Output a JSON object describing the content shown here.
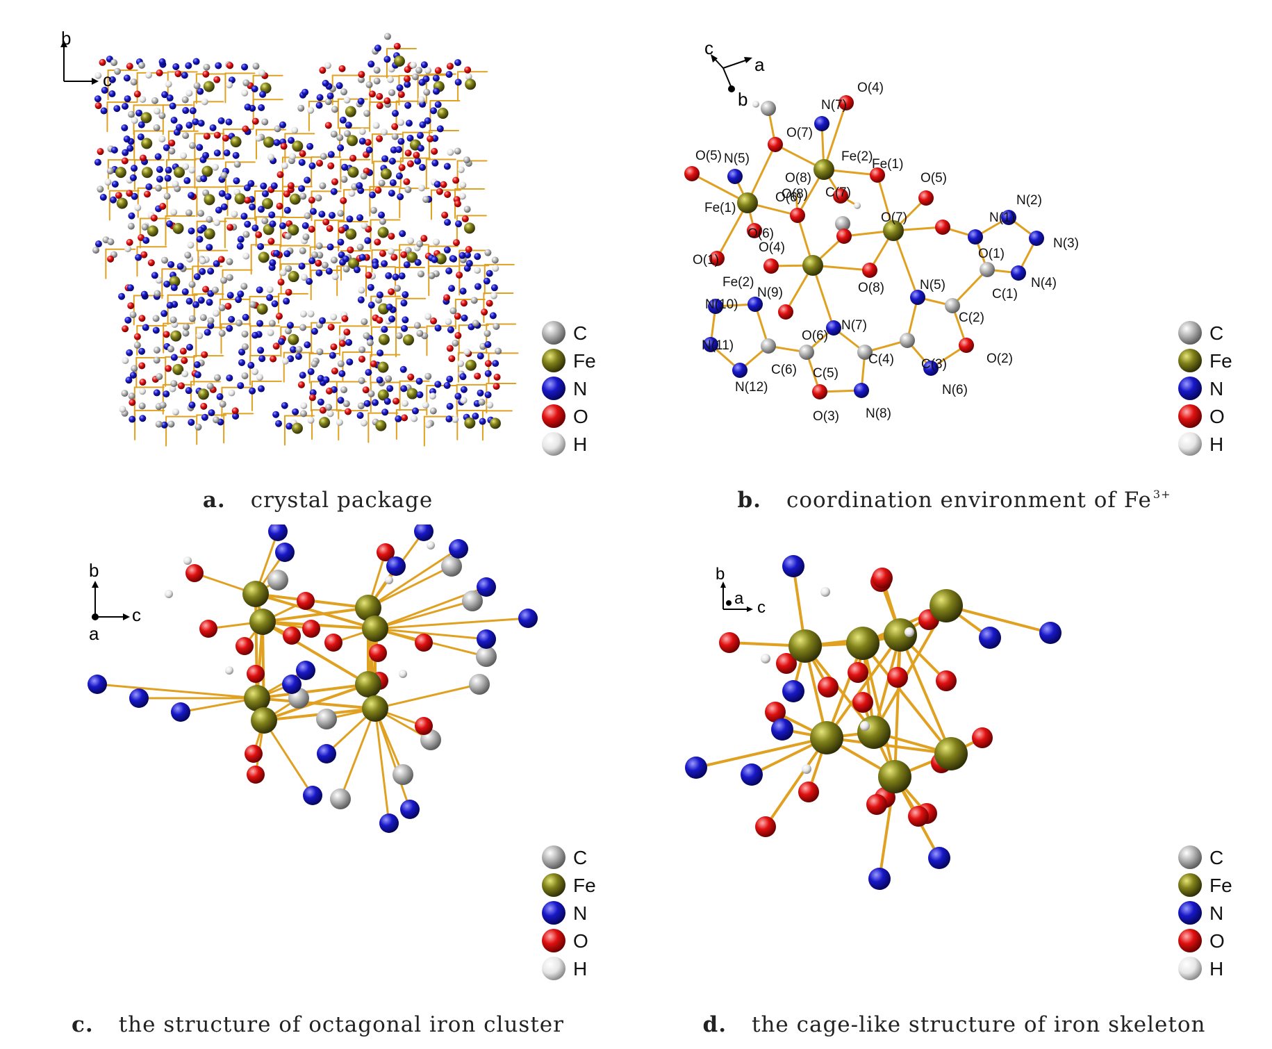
{
  "panels": {
    "a": {
      "letter": "a.",
      "caption": "crystal package",
      "axes": {
        "up": "b",
        "right": "c"
      }
    },
    "b": {
      "letter": "b.",
      "caption": "coordination environment of Fe",
      "caption_sup": "3+",
      "axes": {
        "up": "c",
        "right": "a",
        "down": "b"
      },
      "atom_labels": [
        "O(4)",
        "N(7)",
        "O(7)",
        "Fe(2)",
        "O(5)",
        "N(5)",
        "O(6)",
        "O(8)",
        "C(7)",
        "O(5)",
        "Fe(1)",
        "O(7)",
        "N(2)",
        "N(1)",
        "N(3)",
        "O(1)",
        "O(8)",
        "Fe(1)",
        "O(6)",
        "O(1)",
        "O(4)",
        "Fe(2)",
        "O(8)",
        "N(5)",
        "C(1)",
        "N(4)",
        "N(9)",
        "N(10)",
        "C(2)",
        "N(7)",
        "O(6)",
        "C(3)",
        "O(2)",
        "N(11)",
        "C(6)",
        "C(5)",
        "C(4)",
        "N(12)",
        "N(6)",
        "O(3)",
        "N(8)"
      ]
    },
    "c": {
      "letter": "c.",
      "caption": "the structure of octagonal iron cluster",
      "axes": {
        "up": "b",
        "right": "c",
        "dot": "a"
      }
    },
    "d": {
      "letter": "d.",
      "caption": "the cage-like structure of iron skeleton",
      "axes": {
        "up": "b",
        "right": "c",
        "dot": "a"
      }
    }
  },
  "legend": [
    {
      "label": "C",
      "color": "#a8a8a8"
    },
    {
      "label": "Fe",
      "color": "#7a7a14"
    },
    {
      "label": "N",
      "color": "#1515c8"
    },
    {
      "label": "O",
      "color": "#e01010"
    },
    {
      "label": "H",
      "color": "#e8e8e8"
    }
  ],
  "colors": {
    "bond": "#e0a020"
  }
}
